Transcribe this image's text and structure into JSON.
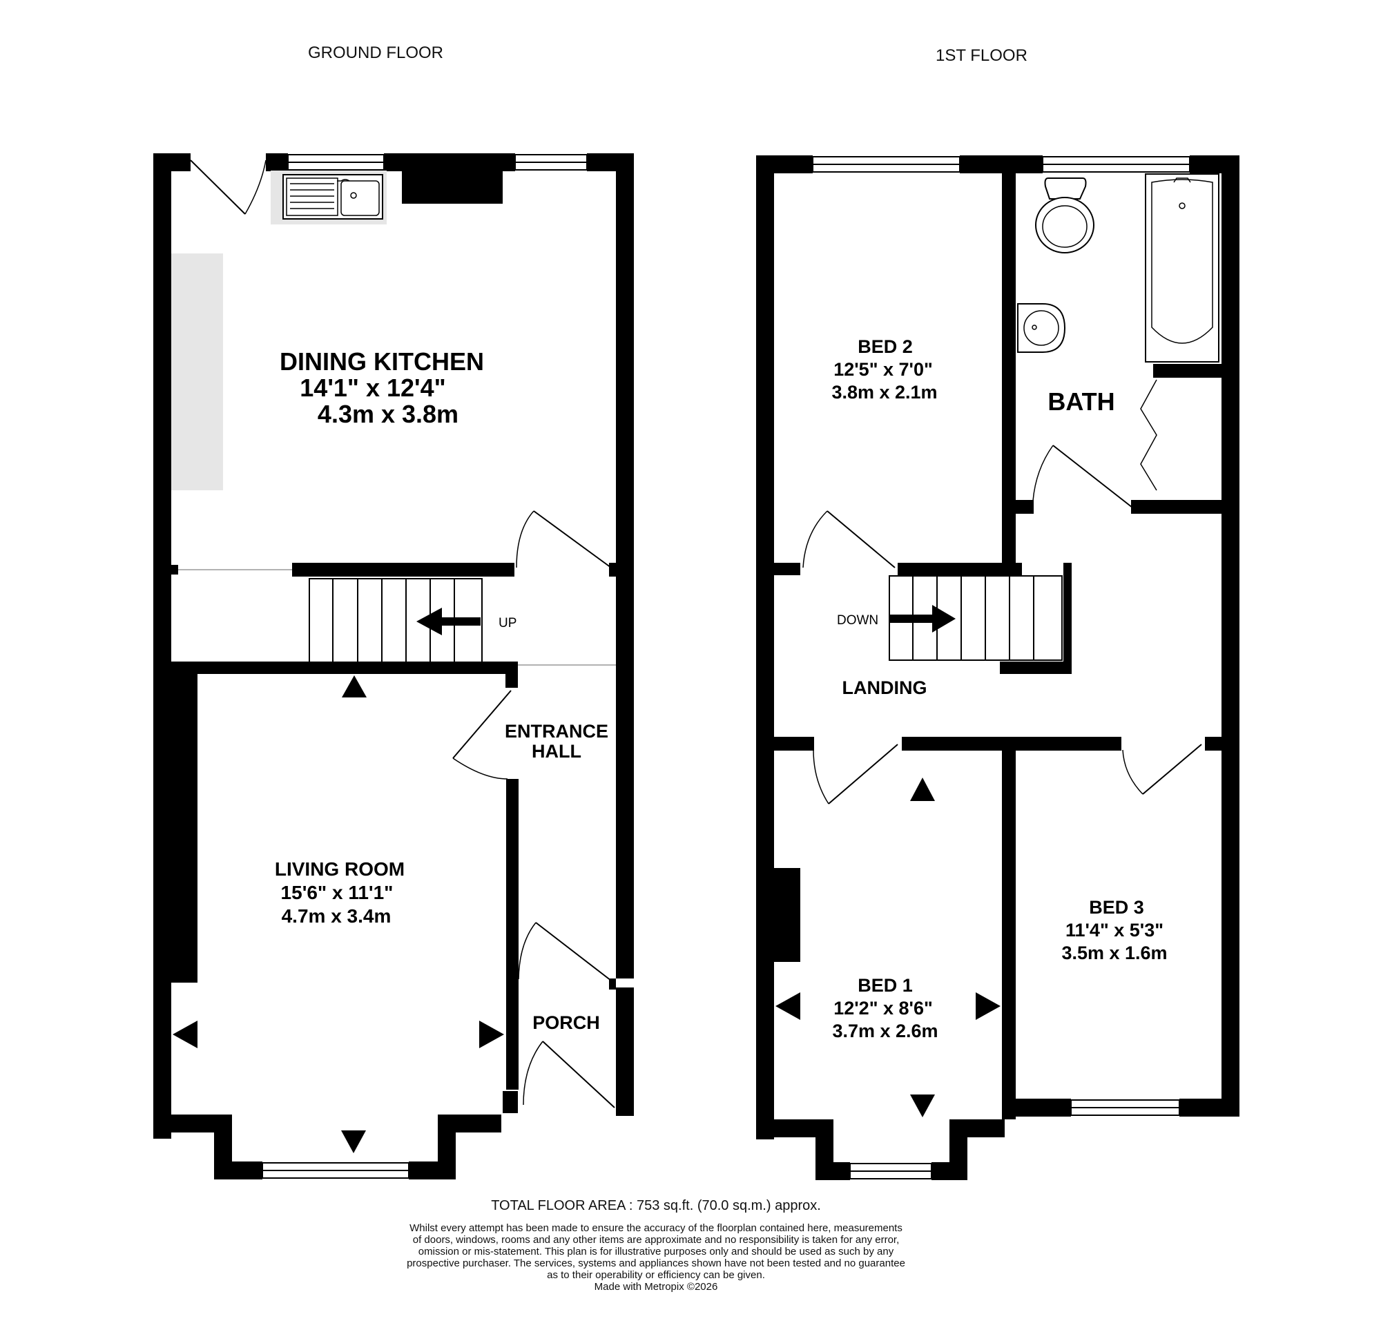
{
  "floors": {
    "ground": {
      "title": "GROUND FLOOR",
      "rooms": {
        "dining_kitchen": {
          "name": "DINING KITCHEN",
          "imperial": "14'1\"  x 12'4\"",
          "metric": "4.3m  x 3.8m"
        },
        "living_room": {
          "name": "LIVING ROOM",
          "imperial": "15'6\"  x 11'1\"",
          "metric": "4.7m  x 3.4m"
        },
        "entrance_hall": {
          "name_line1": "ENTRANCE",
          "name_line2": "HALL"
        },
        "porch": {
          "name": "PORCH"
        }
      },
      "stairs_label": "UP"
    },
    "first": {
      "title": "1ST FLOOR",
      "rooms": {
        "bed2": {
          "name": "BED 2",
          "imperial": "12'5\"  x 7'0\"",
          "metric": "3.8m  x 2.1m"
        },
        "bath": {
          "name": "BATH"
        },
        "landing": {
          "name": "LANDING"
        },
        "bed1": {
          "name": "BED 1",
          "imperial": "12'2\"  x 8'6\"",
          "metric": "3.7m  x 2.6m"
        },
        "bed3": {
          "name": "BED 3",
          "imperial": "11'4\"  x 5'3\"",
          "metric": "3.5m  x 1.6m"
        }
      },
      "stairs_label": "DOWN"
    }
  },
  "footer": {
    "total_area": "TOTAL FLOOR AREA : 753 sq.ft. (70.0 sq.m.) approx.",
    "disclaimer_lines": [
      "Whilst every attempt has been made to ensure the accuracy of the floorplan contained here, measurements",
      "of doors, windows, rooms and any other items are approximate and no responsibility is taken for any error,",
      "omission or mis-statement. This plan is for illustrative purposes only and should be used as such by any",
      "prospective purchaser. The services, systems and appliances shown have not been tested and no guarantee",
      "as to their operability or efficiency can be given.",
      "Made with Metropix ©2026"
    ]
  },
  "colors": {
    "wall": "#000000",
    "fitting": "#e6e6e6",
    "background": "#ffffff"
  }
}
